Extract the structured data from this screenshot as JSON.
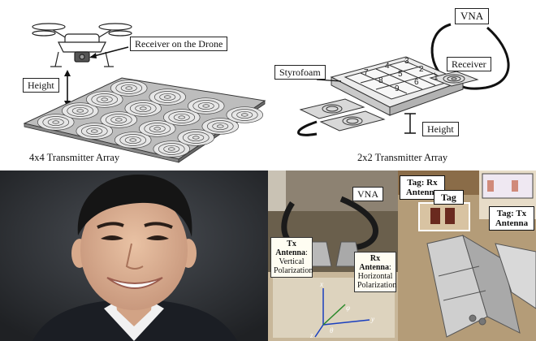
{
  "drone_panel": {
    "receiver_label": "Receiver on the Drone",
    "height_label": "Height",
    "caption": "4x4 Transmitter Array"
  },
  "array2x2_panel": {
    "vna_label": "VNA",
    "receiver_label": "Receiver",
    "styrofoam_label": "Styrofoam",
    "height_label": "Height",
    "caption": "2x2 Transmitter Array",
    "cell_numbers": [
      "1",
      "2",
      "3",
      "4",
      "5",
      "6",
      "7",
      "8",
      "9"
    ]
  },
  "vna_photo": {
    "vna_label": "VNA",
    "tx_title": "Tx Antenna",
    "tx_text": ": Vertical Polarization",
    "rx_title": "Rx Antenna",
    "rx_text": ": Horizontal Polarization",
    "axis_x": "x",
    "axis_y": "y",
    "axis_z": "z",
    "axis_phi": "φ",
    "axis_theta": "θ"
  },
  "tag_photo": {
    "tag_rx_label": "Tag: Rx Antenna",
    "tag_label": "Tag",
    "tag_tx_label": "Tag: Tx Antenna"
  }
}
